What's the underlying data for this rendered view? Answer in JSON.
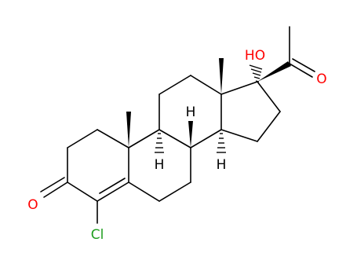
{
  "labels": {
    "ketone_oxygen": "O",
    "acetyl_oxygen": "O",
    "chlorine": "Cl",
    "hydroxyl": "HO",
    "h8": "H",
    "h9": "H",
    "h14": "H"
  },
  "colors": {
    "bond": "#000000",
    "oxygen": "#ff0000",
    "chlorine": "#1f9e1f",
    "hydrogen": "#000000",
    "background": "#ffffff"
  }
}
